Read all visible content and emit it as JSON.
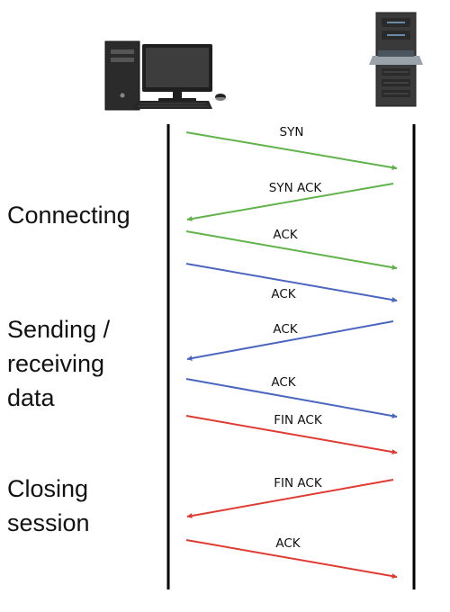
{
  "endpoints": {
    "client": {
      "icon": "desktop-computer-icon"
    },
    "server": {
      "icon": "server-rack-icon"
    }
  },
  "phases": [
    {
      "id": "connecting",
      "lines": [
        "Connecting"
      ]
    },
    {
      "id": "sending",
      "lines": [
        "Sending /",
        "receiving",
        "data"
      ]
    },
    {
      "id": "closing",
      "lines": [
        "Closing",
        "session"
      ]
    }
  ],
  "messages": [
    {
      "label": "SYN",
      "direction": "client-to-server",
      "phase": "connecting"
    },
    {
      "label": "SYN ACK",
      "direction": "server-to-client",
      "phase": "connecting"
    },
    {
      "label": "ACK",
      "direction": "client-to-server",
      "phase": "connecting"
    },
    {
      "label": "",
      "direction": "client-to-server",
      "phase": "sending"
    },
    {
      "label": "ACK",
      "direction": "client-to-server",
      "phase": "sending"
    },
    {
      "label": "ACK",
      "direction": "server-to-client",
      "phase": "sending"
    },
    {
      "label": "ACK",
      "direction": "client-to-server",
      "phase": "sending"
    },
    {
      "label": "FIN ACK",
      "direction": "client-to-server",
      "phase": "closing"
    },
    {
      "label": "FIN ACK",
      "direction": "server-to-client",
      "phase": "closing"
    },
    {
      "label": "ACK",
      "direction": "client-to-server",
      "phase": "closing"
    }
  ],
  "colors": {
    "connecting": "#5fb34a",
    "sending": "#4a66c0",
    "closing": "#e03b32",
    "lifeline": "#000000"
  }
}
